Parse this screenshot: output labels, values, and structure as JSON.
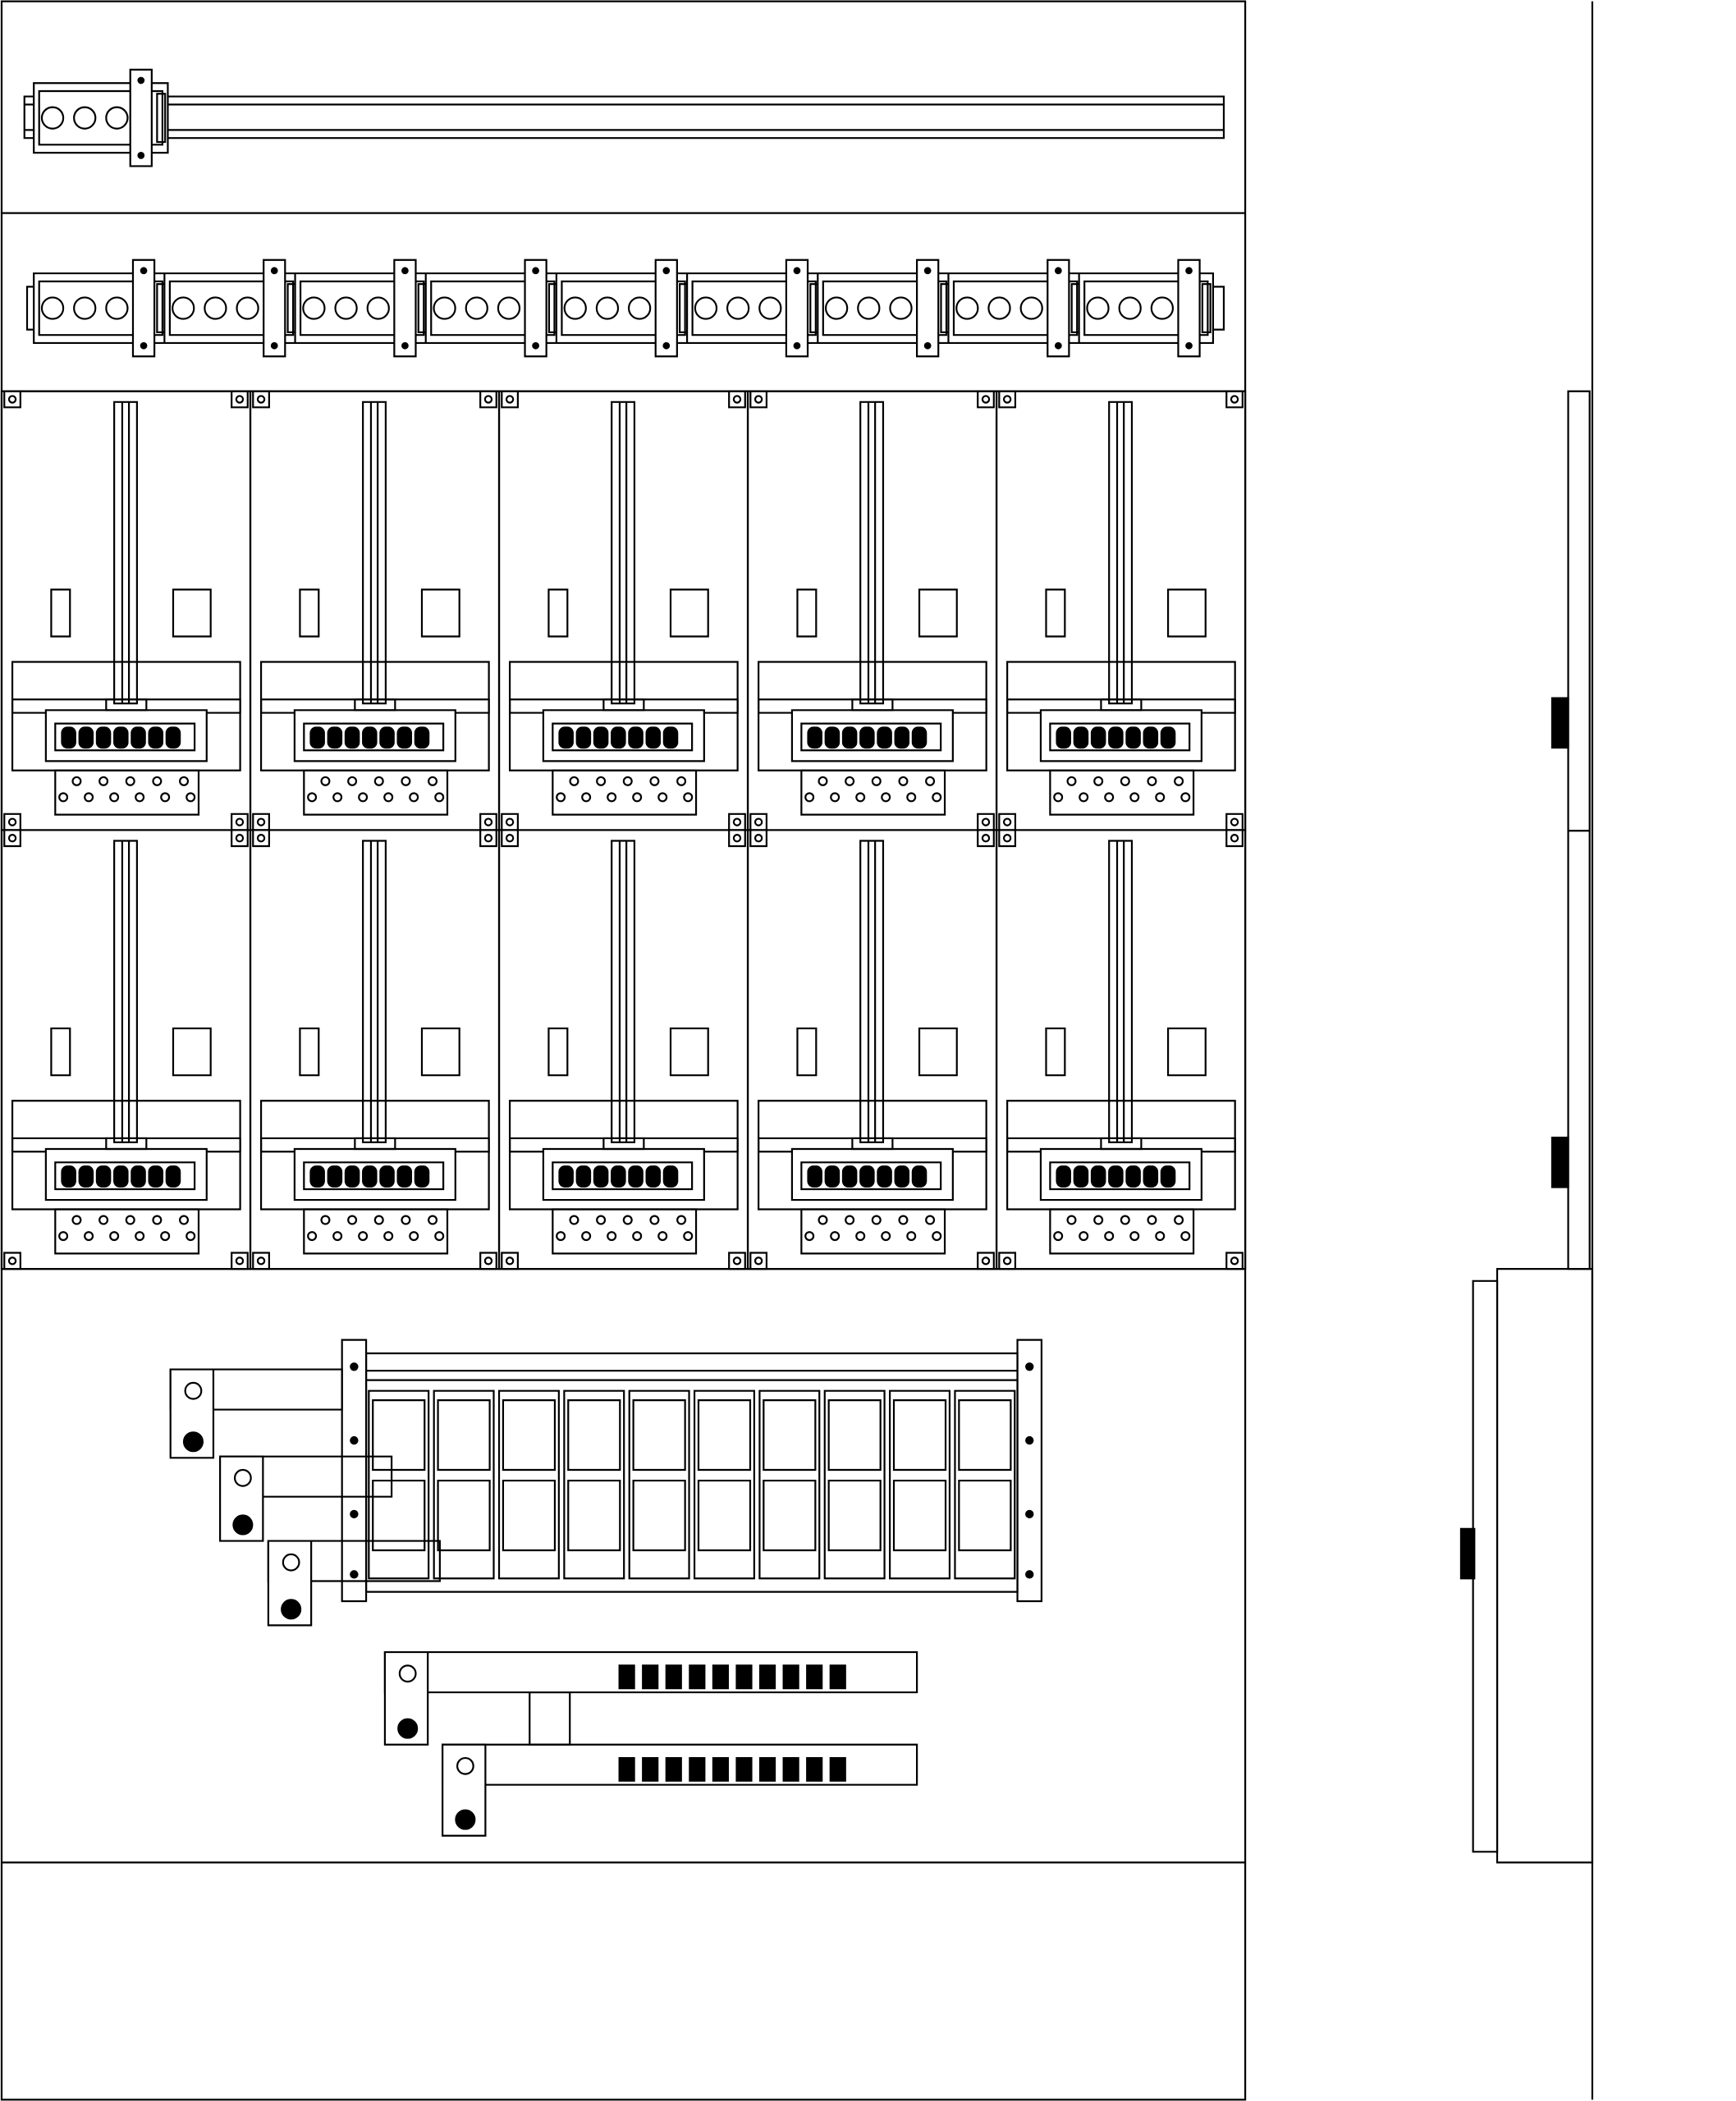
{
  "drawing": {
    "line_color": "#000000",
    "background": "#ffffff",
    "top_rail_terminal_blocks": 1,
    "din_rail_terminal_blocks": 9,
    "meter_rows": 2,
    "meter_columns": 5,
    "busbar_modules": 10,
    "lower_busbars": 2,
    "lower_busbar_terminals": 10
  }
}
